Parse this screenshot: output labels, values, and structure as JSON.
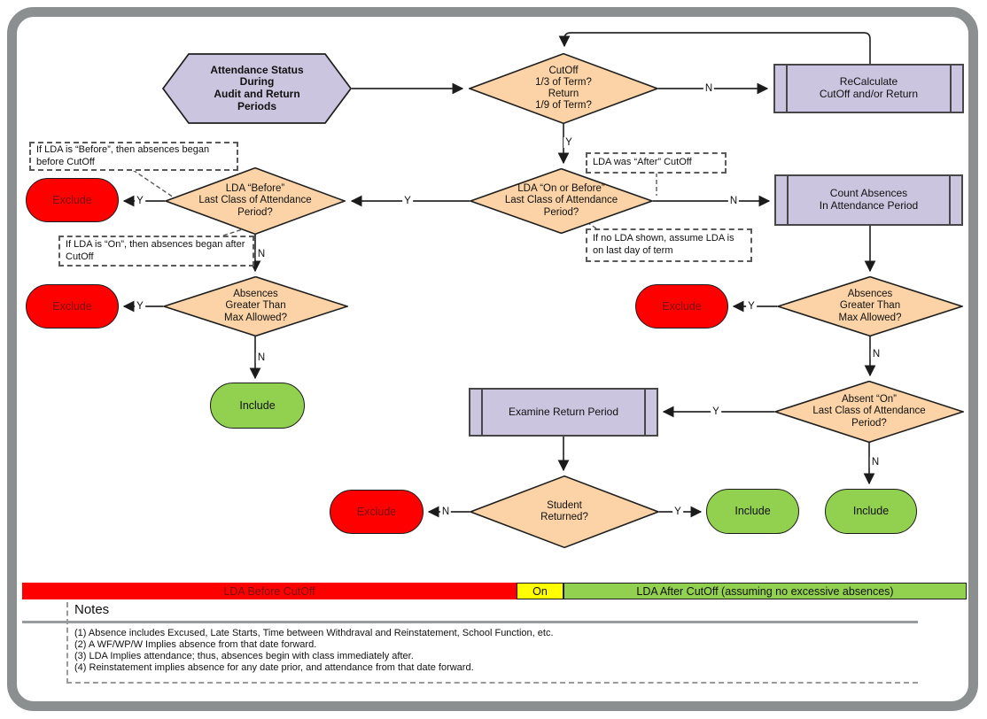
{
  "diagram": {
    "start": "Attendance Status\nDuring\nAudit and Return\nPeriods",
    "d_cutoff": "CutOff\n1/3 of Term?\nReturn\n1/9 of Term?",
    "recalc": "ReCalculate\nCutOff and/or Return",
    "d_on_or_before": "LDA “On or Before”\nLast Class of Attendance\nPeriod?",
    "count_absences": "Count Absences\nIn Attendance Period",
    "d_before": "LDA “Before”\nLast Class of Attendance\nPeriod?",
    "d_absences_max": "Absences\nGreater Than\nMax Allowed?",
    "d_absent_on": "Absent “On”\nLast Class of Attendance\nPeriod?",
    "examine_return": "Examine Return Period",
    "d_returned": "Student\nReturned?",
    "exclude": "Exclude",
    "include": "Include"
  },
  "labels": {
    "yes": "Y",
    "no": "N"
  },
  "callouts": {
    "before_cutoff": "If LDA is “Before”, then absences began before CutOff",
    "on_after_cutoff": "If LDA is “On”, then absences began after CutOff",
    "lda_was_after": "LDA was “After” CutOff",
    "no_lda_shown": "If no LDA shown, assume LDA is on last day of term"
  },
  "legend": {
    "red": "LDA Before CutOff",
    "yellow": "On",
    "green": "LDA After CutOff (assuming no excessive absences)"
  },
  "notes": {
    "heading": "Notes",
    "items": [
      "(1) Absence includes Excused, Late Starts, Time between Withdraval and Reinstatement, School Function, etc.",
      "(2) A WF/WP/W Implies absence from that date forward.",
      "(3) LDA Implies attendance; thus, absences begin with class immediately after.",
      "(4) Reinstatement implies absence for any date prior, and attendance from that date forward."
    ]
  },
  "colors": {
    "exclude_fill": "#ff0000",
    "include_fill": "#92d050",
    "process_fill": "#cbc5df",
    "decision_fill": "#fbd3a6",
    "legend_yellow": "#ffff00",
    "frame_gray": "#8b8f90"
  }
}
